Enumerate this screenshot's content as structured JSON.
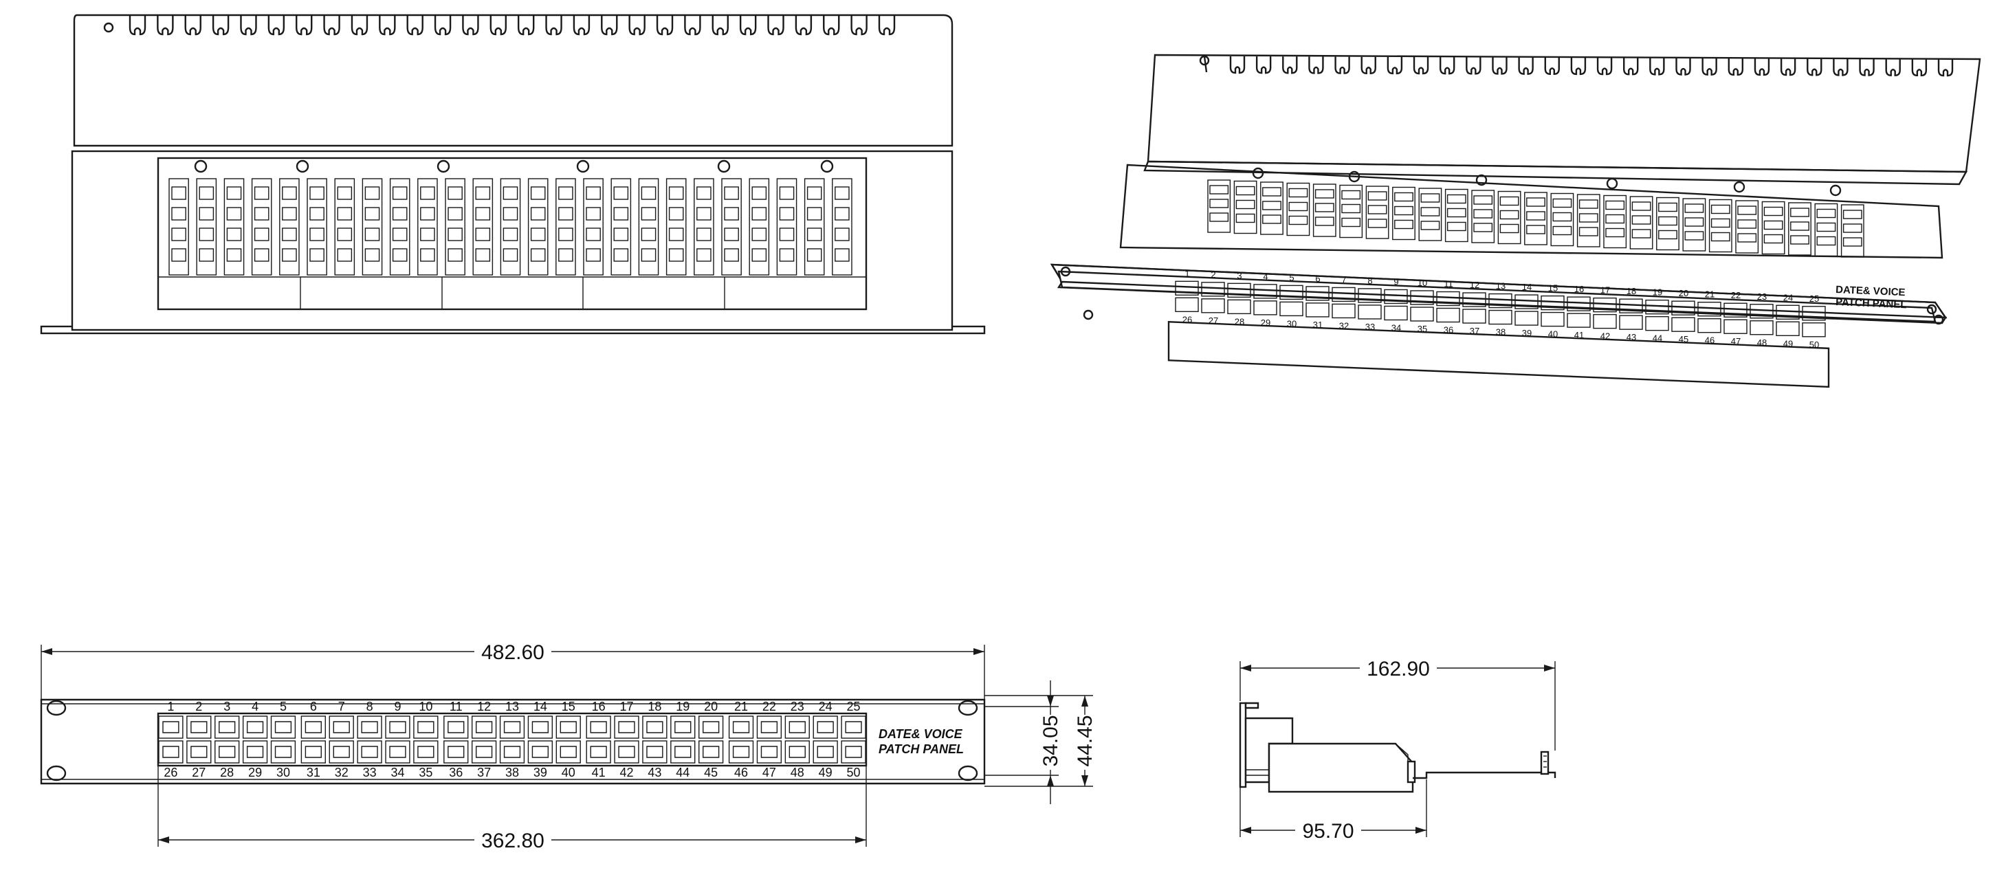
{
  "panel": {
    "label_line1": "DATE& VOICE",
    "label_line2": "PATCH PANEL",
    "top_row_ports": [
      "1",
      "2",
      "3",
      "4",
      "5",
      "6",
      "7",
      "8",
      "9",
      "10",
      "11",
      "12",
      "13",
      "14",
      "15",
      "16",
      "17",
      "18",
      "19",
      "20",
      "21",
      "22",
      "23",
      "24",
      "25"
    ],
    "bottom_row_ports": [
      "26",
      "27",
      "28",
      "29",
      "30",
      "31",
      "32",
      "33",
      "34",
      "35",
      "36",
      "37",
      "38",
      "39",
      "40",
      "41",
      "42",
      "43",
      "44",
      "45",
      "46",
      "47",
      "48",
      "49",
      "50"
    ]
  },
  "dimensions": {
    "overall_width": "482.60",
    "port_block_width": "362.80",
    "height_inner": "34.05",
    "height_outer": "44.45",
    "depth_total": "162.90",
    "depth_body": "95.70"
  },
  "colors": {
    "line": "#1a1a1a",
    "background": "#ffffff"
  }
}
